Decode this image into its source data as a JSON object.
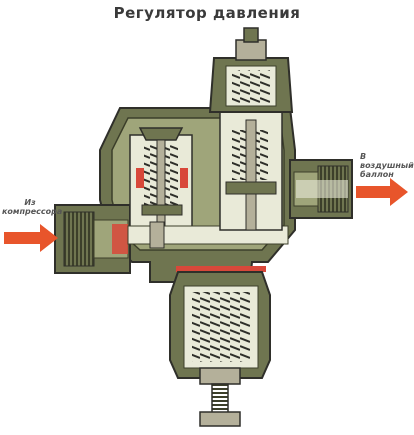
{
  "diagram": {
    "title": "Регулятор давления",
    "inlet_label": "Из компрессора",
    "outlet_label": "В воздушный баллон",
    "colors": {
      "body": "#6f7550",
      "body_dark": "#3c3f2a",
      "section": "#9fa57a",
      "bore": "#e9ead8",
      "spring": "#2f2f2a",
      "arrow": "#e8552b",
      "accent_red": "#d8483a",
      "bolt": "#b4b09a"
    }
  }
}
